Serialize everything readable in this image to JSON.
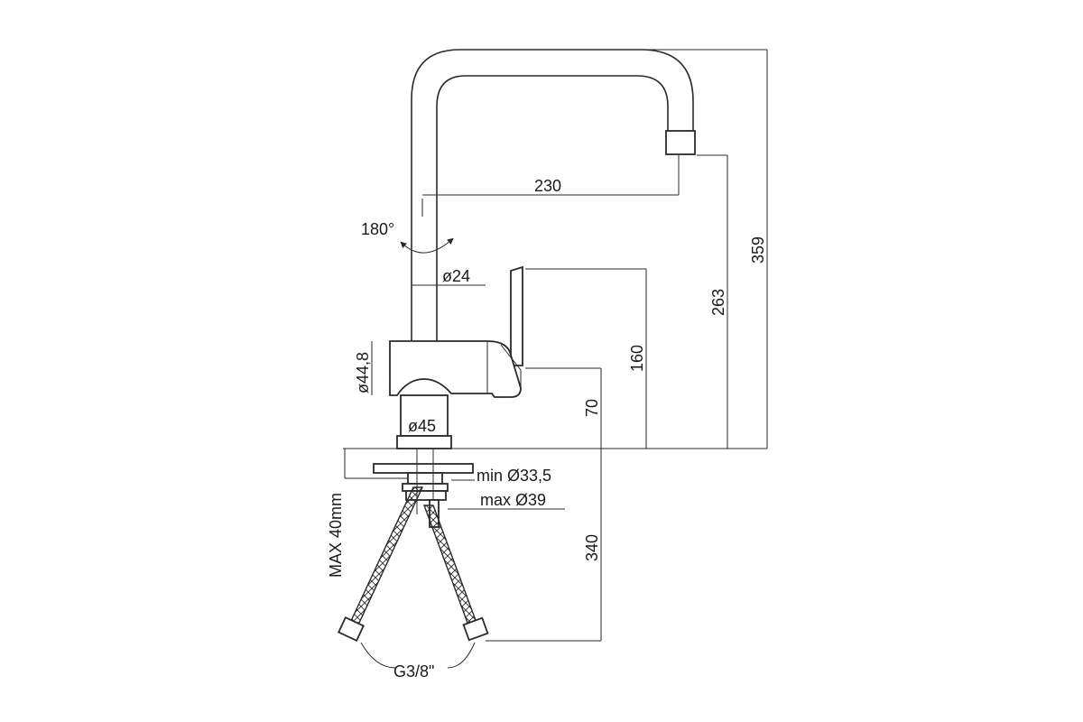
{
  "dimensions": {
    "rotation": "180°",
    "spout_reach": "230",
    "spout_diameter": "ø24",
    "body_diameter": "ø44,8",
    "base_diameter": "ø45",
    "lever_top_height": "160",
    "body_axis_height": "70",
    "spout_outlet_height": "263",
    "total_height": "359",
    "hole_min": "min Ø33,5",
    "hole_max": "max Ø39",
    "worktop_thickness": "MAX 40mm",
    "hose_length": "340",
    "thread": "G3/8\""
  }
}
